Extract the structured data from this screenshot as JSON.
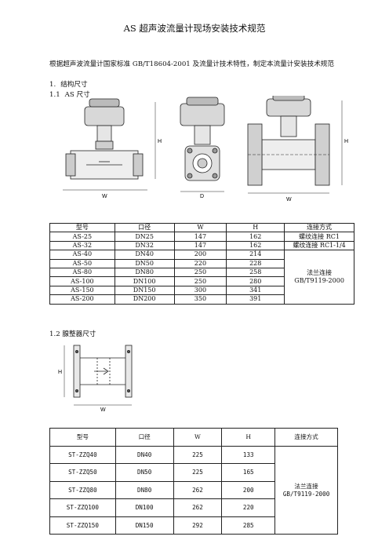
{
  "doc": {
    "title": "AS 超声波流量计现场安装技术规范",
    "intro": "根据超声波流量计国家标准 GB/T18604-2001 及流量计技术特性，制定本流量计安装技术规范",
    "sec1_num": "1.",
    "sec1_title": "结构尺寸",
    "sec11_num": "1.1",
    "sec11_title": "AS 尺寸",
    "sec12": "1.2 腺整器尺寸"
  },
  "figure1": {
    "labels": {
      "h": "H",
      "w": "W",
      "d": "D"
    }
  },
  "figure2": {
    "labels": {
      "h": "H",
      "w": "W"
    }
  },
  "table1": {
    "headers": [
      "型号",
      "口径",
      "W",
      "H",
      "连接方式"
    ],
    "rows": [
      [
        "AS-25",
        "DN25",
        "147",
        "162"
      ],
      [
        "AS-32",
        "DN32",
        "147",
        "162"
      ],
      [
        "AS-40",
        "DN40",
        "200",
        "214"
      ],
      [
        "AS-50",
        "DN50",
        "220",
        "228"
      ],
      [
        "AS-80",
        "DN80",
        "250",
        "258"
      ],
      [
        "AS-100",
        "DN100",
        "250",
        "280"
      ],
      [
        "AS-150",
        "DN150",
        "300",
        "341"
      ],
      [
        "AS-200",
        "DN200",
        "350",
        "391"
      ]
    ],
    "conn_rc1": "螺纹连接 RC1",
    "conn_rc114": "螺纹连接 RC1-1/4",
    "conn_flange_1": "法兰连接",
    "conn_flange_2": "GB/T9119-2000"
  },
  "table2": {
    "headers": [
      "型号",
      "口径",
      "W",
      "H",
      "连接方式"
    ],
    "rows": [
      [
        "ST-ZZQ40",
        "DN40",
        "225",
        "133"
      ],
      [
        "ST-ZZQ50",
        "DN50",
        "225",
        "165"
      ],
      [
        "ST-ZZQ80",
        "DN80",
        "262",
        "200"
      ],
      [
        "ST-ZZQ100",
        "DN100",
        "262",
        "220"
      ],
      [
        "ST-ZZQ150",
        "DN150",
        "292",
        "285"
      ]
    ],
    "conn_1": "法兰连接",
    "conn_2": "GB/T9119-2000"
  }
}
